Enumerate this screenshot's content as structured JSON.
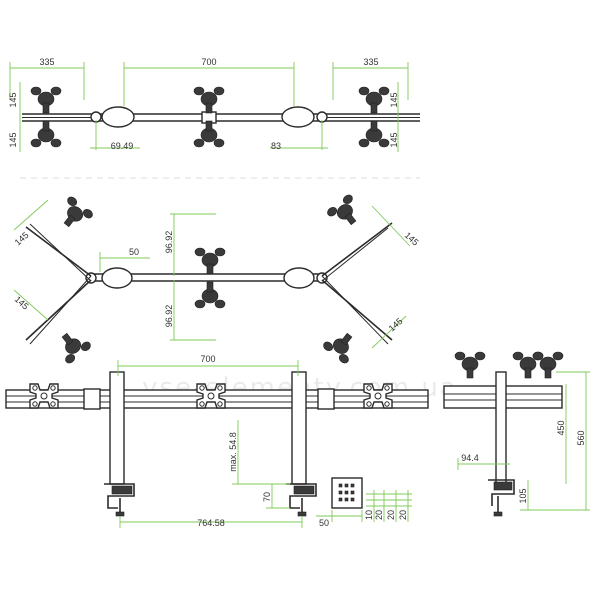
{
  "watermark": "vse-elementy.com.ua",
  "top_view": {
    "dims": {
      "left_arm": "335",
      "center_span": "700",
      "right_arm": "335",
      "left_upper": "145",
      "left_lower": "145",
      "right_upper": "145",
      "right_lower": "145",
      "offset_left": "69.49",
      "offset_right": "83"
    }
  },
  "angled_view": {
    "dims": {
      "upper_left": "145",
      "lower_left": "145",
      "upper_right": "145",
      "lower_right": "145",
      "short": "50",
      "upper_center": "96.92",
      "lower_center": "96.92"
    }
  },
  "front_view": {
    "dims": {
      "top_span": "700",
      "max_height": "max. 54.8",
      "clamp_height": "70",
      "base_span": "764.58",
      "clamp_width": "50",
      "t1": "10",
      "t2": "20",
      "t3": "20",
      "t4": "20"
    }
  },
  "side_view": {
    "dims": {
      "depth": "94.4",
      "pole_height": "450",
      "total_height": "560",
      "clamp_depth": "105"
    }
  }
}
